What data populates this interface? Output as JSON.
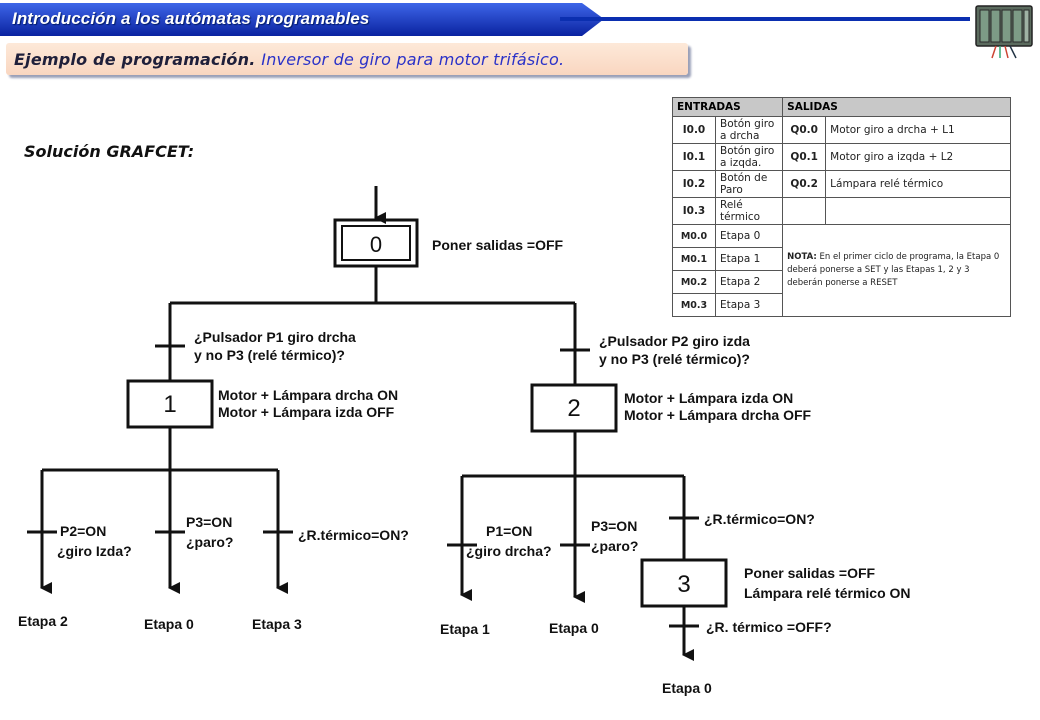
{
  "header": {
    "title": "Introducción a los autómatas programables",
    "subtitle_prefix": "Ejemplo de programación.",
    "subtitle_highlight": "Inversor de giro para motor trifásico."
  },
  "solution_label": "Solución GRAFCET:",
  "io_table": {
    "col_inputs": "ENTRADAS",
    "col_outputs": "SALIDAS",
    "rows": [
      {
        "in_code": "I0.0",
        "in_desc": "Botón giro a drcha",
        "out_code": "Q0.0",
        "out_desc": "Motor giro a drcha + L1"
      },
      {
        "in_code": "I0.1",
        "in_desc": "Botón giro a izqda.",
        "out_code": "Q0.1",
        "out_desc": "Motor giro a izqda + L2"
      },
      {
        "in_code": "I0.2",
        "in_desc": "Botón de Paro",
        "out_code": "Q0.2",
        "out_desc": "Lámpara relé térmico"
      },
      {
        "in_code": "I0.3",
        "in_desc": "Relé térmico",
        "out_code": "",
        "out_desc": ""
      }
    ],
    "memory_rows": [
      {
        "code": "M0.0",
        "desc": "Etapa 0"
      },
      {
        "code": "M0.1",
        "desc": "Etapa 1"
      },
      {
        "code": "M0.2",
        "desc": "Etapa 2"
      },
      {
        "code": "M0.3",
        "desc": "Etapa 3"
      }
    ],
    "note_label": "NOTA:",
    "note_text": "En el primer ciclo de programa, la Etapa 0 deberá ponerse a SET y las Etapas 1, 2 y 3 deberán ponerse a RESET"
  },
  "grafcet": {
    "step0": {
      "number": "0",
      "action": "Poner salidas =OFF"
    },
    "cond_to_1_line1": "¿Pulsador P1 giro drcha",
    "cond_to_1_line2": "y no P3 (relé térmico)?",
    "cond_to_2_line1": "¿Pulsador P2 giro izda",
    "cond_to_2_line2": "y no P3 (relé térmico)?",
    "step1": {
      "number": "1",
      "action_line1": "Motor + Lámpara drcha ON",
      "action_line2": "Motor + Lámpara izda  OFF"
    },
    "step2": {
      "number": "2",
      "action_line1": "Motor + Lámpara izda ON",
      "action_line2": "Motor + Lámpara drcha  OFF"
    },
    "step3": {
      "number": "3",
      "action_line1": "Poner salidas =OFF",
      "action_line2": "Lámpara relé térmico ON"
    },
    "s1_t1_line1": "P2=ON",
    "s1_t1_line2": "¿giro Izda?",
    "s1_t2_line1": "P3=ON",
    "s1_t2_line2": "¿paro?",
    "s1_t3": "¿R.térmico=ON?",
    "s2_t1_line1": "P1=ON",
    "s2_t1_line2": "¿giro drcha?",
    "s2_t2_line1": "P3=ON",
    "s2_t2_line2": "¿paro?",
    "s2_t3": "¿R.térmico=ON?",
    "s3_t": "¿R. térmico =OFF?",
    "dest_etapa2": "Etapa 2",
    "dest_etapa0_a": "Etapa 0",
    "dest_etapa3": "Etapa 3",
    "dest_etapa1": "Etapa 1",
    "dest_etapa0_b": "Etapa 0",
    "dest_etapa0_c": "Etapa 0"
  },
  "colors": {
    "banner": "#0b2fb0",
    "subtitle_bg": "#fde9d9",
    "highlight": "#2b32c8"
  }
}
